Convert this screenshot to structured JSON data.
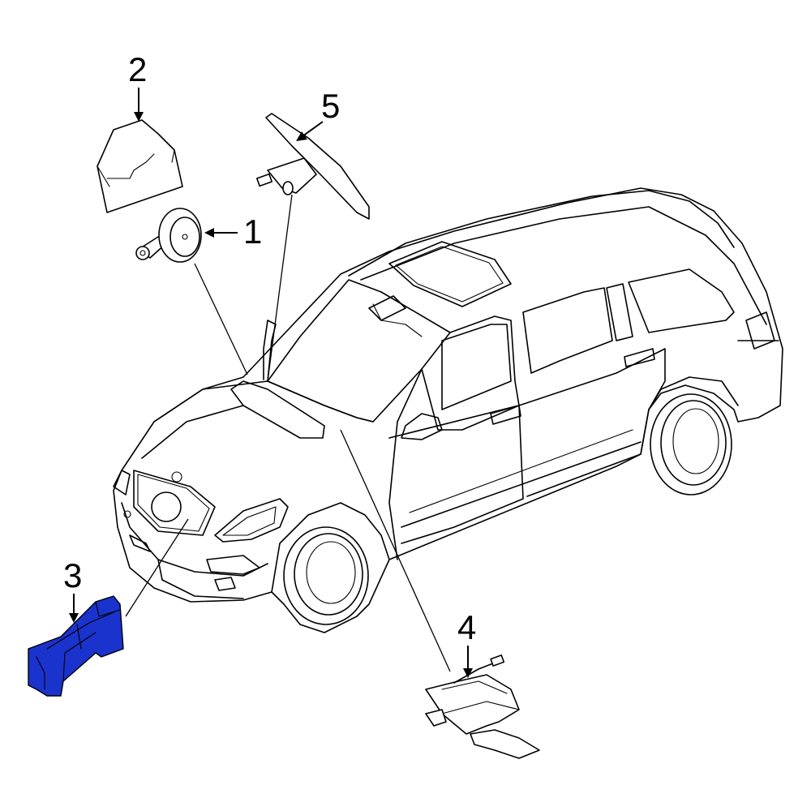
{
  "diagram": {
    "highlight_color": "#1a33cc",
    "line_color": "#000000",
    "background": "#ffffff",
    "callouts": [
      {
        "id": "1",
        "label": "1"
      },
      {
        "id": "2",
        "label": "2"
      },
      {
        "id": "3",
        "label": "3"
      },
      {
        "id": "4",
        "label": "4"
      },
      {
        "id": "5",
        "label": "5"
      }
    ]
  }
}
